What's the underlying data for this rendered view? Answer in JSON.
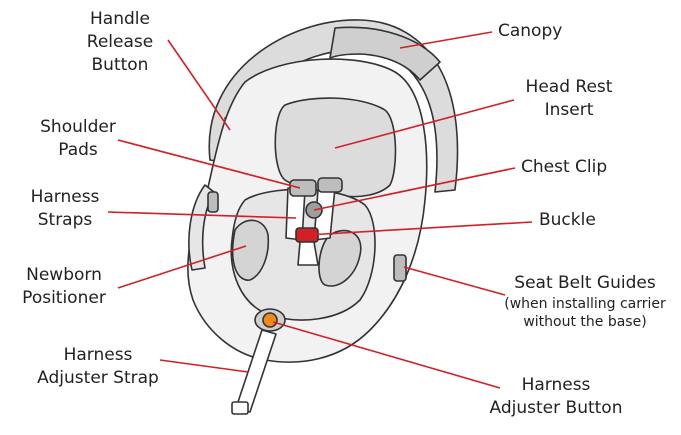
{
  "labels": {
    "handle_release_button": [
      "Handle",
      "Release",
      "Button"
    ],
    "canopy": "Canopy",
    "head_rest_insert": [
      "Head Rest",
      "Insert"
    ],
    "shoulder_pads": [
      "Shoulder",
      "Pads"
    ],
    "chest_clip": "Chest Clip",
    "harness_straps": [
      "Harness",
      "Straps"
    ],
    "buckle": "Buckle",
    "newborn_positioner": [
      "Newborn",
      "Positioner"
    ],
    "seat_belt_guides": [
      "Seat Belt Guides",
      "(when installing carrier",
      "without the base)"
    ],
    "harness_adjuster_strap": [
      "Harness",
      "Adjuster Strap"
    ],
    "harness_adjuster_button": [
      "Harness",
      "Adjuster Button"
    ]
  },
  "colors": {
    "leader": "#d22027",
    "outline": "#333333",
    "seat_fill": "#f2f2f2",
    "padding_fill": "#dcdcdc",
    "accent_orange": "#f08a1c",
    "buckle_red": "#d22027"
  }
}
